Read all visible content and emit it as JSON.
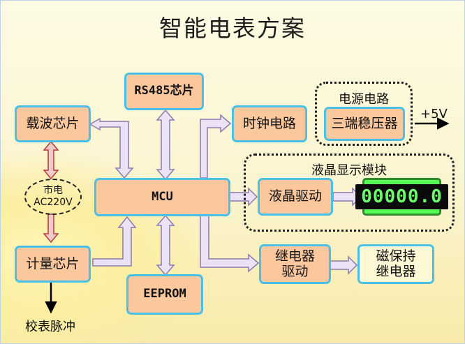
{
  "title": "智能电表方案",
  "blocks": {
    "rs485": "RS485芯片",
    "carrier": "载波芯片",
    "clock": "时钟电路",
    "mcu": "MCU",
    "lcd_drive": "液晶驱动",
    "relay_drive_line1": "继电器",
    "relay_drive_line2": "驱动",
    "metering": "计量芯片",
    "eeprom": "EEPROM",
    "regulator": "三端稳压器",
    "mag_relay_line1": "磁保持",
    "mag_relay_line2": "继电器"
  },
  "groups": {
    "power": "电源电路",
    "lcd_module": "液晶显示模块"
  },
  "mains": {
    "line1": "市电",
    "line2": "AC220V"
  },
  "lcd_readout": "00000.0",
  "output_voltage": "+5V",
  "pulse_output": "校表脉冲",
  "colors": {
    "block_fill": "#fbc79c",
    "block_border": "#49c0e6",
    "arrow_fill": "#ebe2f5",
    "arrow_stroke": "#8a7ab0",
    "red_arrow": "#b53a3a",
    "lcd_green": "#57ff57"
  }
}
